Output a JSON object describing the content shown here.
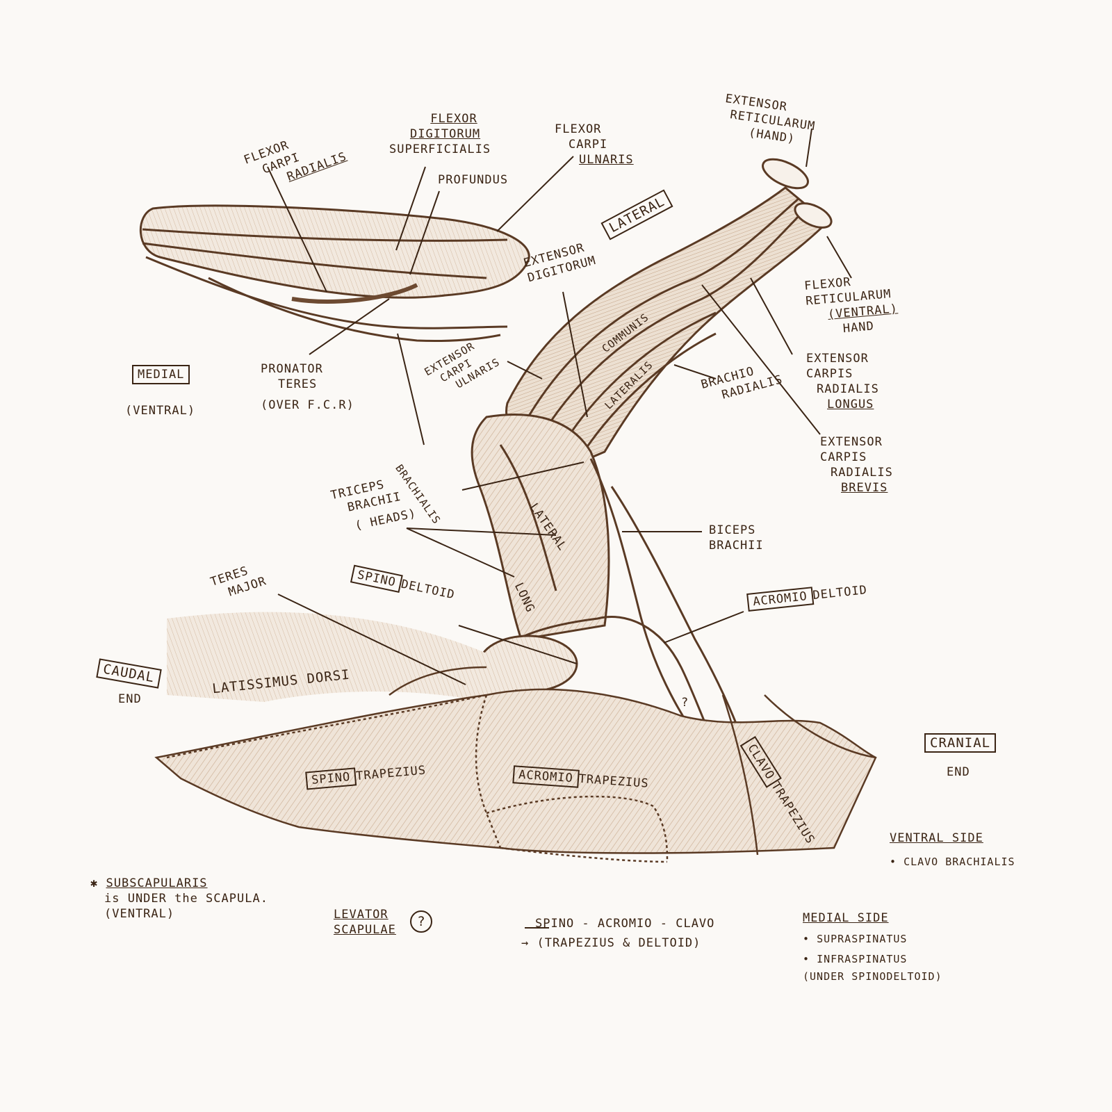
{
  "colors": {
    "ink": "#3a2414",
    "sepia": "#8a6448",
    "paper": "#fbf9f6",
    "shade": "#c9ab8f"
  },
  "labels": {
    "flexor_carpi_radialis": [
      "FLEXOR",
      "CARPI",
      "RADIALIS"
    ],
    "flexor_digitorum": [
      "FLEXOR",
      "DIGITORUM",
      "SUPERFICIALIS"
    ],
    "profundus": "PROFUNDUS",
    "flexor_carpi_ulnaris": [
      "FLEXOR",
      "CARPI",
      "ULNARIS"
    ],
    "extensor_reticularum": [
      "EXTENSOR",
      "RETICULARUM",
      "(HAND)"
    ],
    "lateral_view": "LATERAL",
    "extensor_digitorum": [
      "EXTENSOR",
      "DIGITORUM"
    ],
    "communis": "COMMUNIS",
    "lateralis": "LATERALIS",
    "flexor_reticularum": [
      "FLEXOR",
      "RETICULARUM",
      "(VENTRAL)",
      "HAND"
    ],
    "medial_view": "MEDIAL",
    "ventral": "(VENTRAL)",
    "pronator_teres": [
      "PRONATOR",
      "TERES",
      "(OVER F.C.R)"
    ],
    "extensor_carpi_ulnaris": [
      "EXTENSOR",
      "CARPI",
      "ULNARIS"
    ],
    "brachioradialis": [
      "BRACHIO",
      "RADIALIS"
    ],
    "extensor_carpis_radialis_longus": [
      "EXTENSOR",
      "CARPIS",
      "RADIALIS",
      "LONGUS"
    ],
    "extensor_carpis_radialis_brevis": [
      "EXTENSOR",
      "CARPIS",
      "RADIALIS",
      "BREVIS"
    ],
    "brachialis": "BRACHIALIS",
    "triceps_brachii": [
      "TRICEPS",
      "BRACHII",
      "( HEADS)"
    ],
    "triceps_lateral": "LATERAL",
    "triceps_long": "LONG",
    "biceps_brachii": [
      "BICEPS",
      "BRACHII"
    ],
    "teres_major": [
      "TERES",
      "MAJOR"
    ],
    "spino_box": "SPINO",
    "deltoid_after_spino": "DELTOID",
    "acromio_box": "ACROMIO",
    "deltoid_after_acromio": "DELTOID",
    "caudal_box": "CAUDAL",
    "caudal_end": "END",
    "latissimus_dorsi": "LATISSIMUS DORSI",
    "question_mark": "?",
    "cranial_box": "CRANIAL",
    "cranial_end": "END",
    "spino_trap_box": "SPINO",
    "trapezius_1": "TRAPEZIUS",
    "acromio_trap_box": "ACROMIO",
    "trapezius_2": "TRAPEZIUS",
    "clavo_trap_box": "CLAVO",
    "trapezius_3": "TRAPEZIUS",
    "ventral_side_title": "VENTRAL SIDE",
    "ventral_side_items": [
      "CLAVO BRACHIALIS"
    ],
    "subscapularis_note": [
      "SUBSCAPULARIS",
      "is UNDER the SCAPULA.",
      "(VENTRAL)"
    ],
    "levator": [
      "LEVATOR",
      "SCAPULAE"
    ],
    "levator_q": "?",
    "spino_acromio_clavo": [
      "SPINO - ACROMIO - CLAVO",
      "→ (TRAPEZIUS & DELTOID)"
    ],
    "medial_side_title": "MEDIAL SIDE",
    "medial_side_items": [
      "SUPRASPINATUS",
      "INFRASPINATUS",
      "(UNDER SPINODELTOID)"
    ]
  }
}
